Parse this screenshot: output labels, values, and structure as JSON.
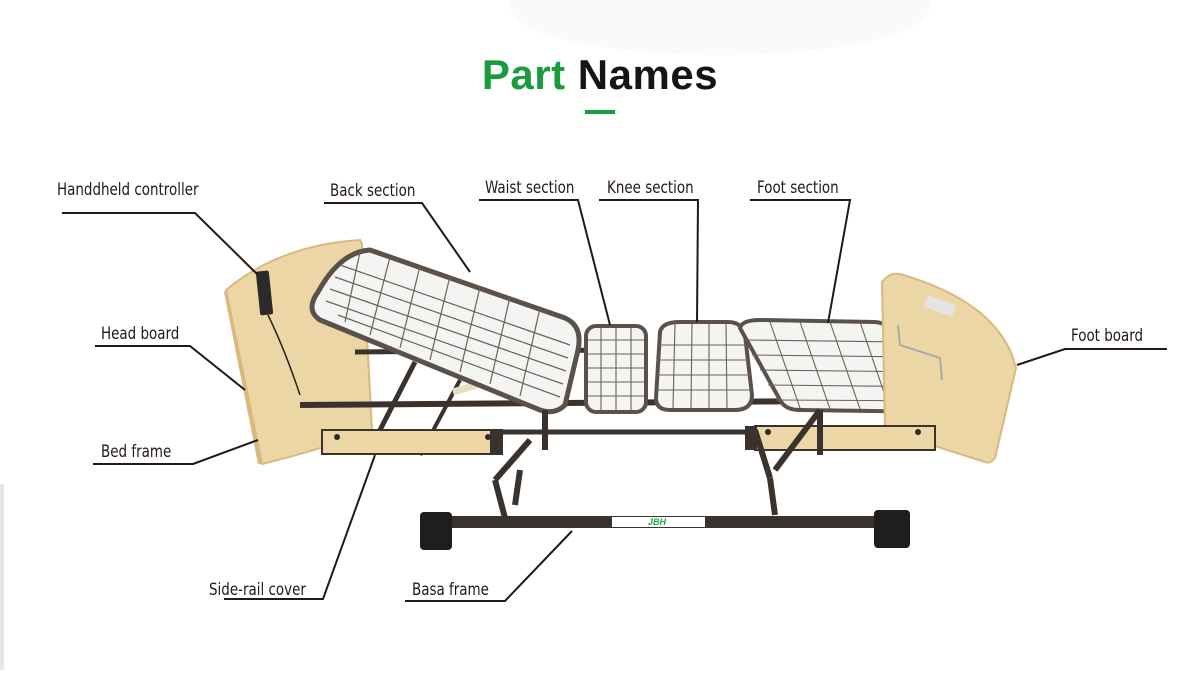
{
  "title": {
    "part1": "Part",
    "part2": "Names",
    "accent_color": "#1a9c3e",
    "text_color": "#151515"
  },
  "labels": {
    "handheld_controller": "Handdheld controller",
    "back_section": "Back section",
    "waist_section": "Waist section",
    "knee_section": "Knee section",
    "foot_section": "Foot section",
    "head_board": "Head board",
    "foot_board": "Foot board",
    "bed_frame": "Bed frame",
    "side_rail_cover": "Side-rail cover",
    "base_frame": "Basa frame"
  },
  "brand": {
    "logo_text": "JBH",
    "logo_color": "#1aa843"
  },
  "colors": {
    "wood": "#ecd6a6",
    "wood_edge": "#d8b97f",
    "frame": "#3a322d",
    "mesh": "#5a514b",
    "leader_line": "#231815"
  }
}
